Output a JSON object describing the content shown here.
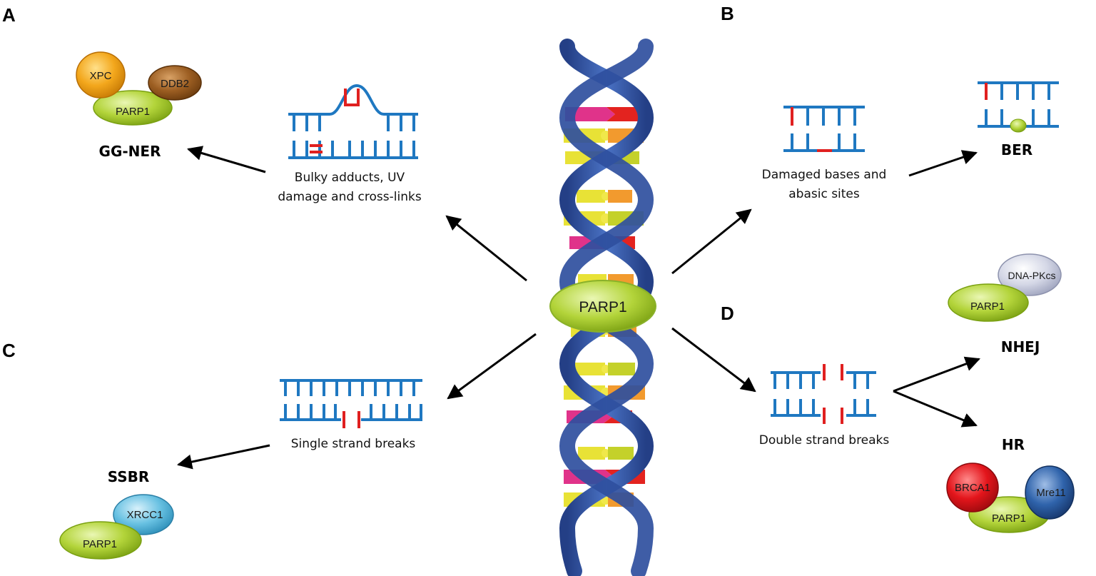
{
  "panels": {
    "a": "A",
    "b": "B",
    "c": "C",
    "d": "D"
  },
  "center_protein": "PARP1",
  "pathways": {
    "gg_ner": "GG-NER",
    "ber": "BER",
    "ssbr": "SSBR",
    "nhej": "NHEJ",
    "hr": "HR"
  },
  "damage_labels": {
    "bulky": [
      "Bulky adducts, UV",
      "damage and cross-links"
    ],
    "damaged_bases": [
      "Damaged bases and",
      "abasic sites"
    ],
    "single_strand": "Single strand breaks",
    "double_strand": "Double strand breaks"
  },
  "complexes": {
    "gg_ner": {
      "xpc": "XPC",
      "ddb2": "DDB2",
      "parp1": "PARP1"
    },
    "ssbr": {
      "xrcc1": "XRCC1",
      "parp1": "PARP1"
    },
    "nhej": {
      "dnapkcs": "DNA-PKcs",
      "parp1": "PARP1"
    },
    "hr": {
      "brca1": "BRCA1",
      "mre11": "Mre11",
      "parp1": "PARP1"
    }
  },
  "colors": {
    "dna_strand": "#1f78c1",
    "lesion": "#e02020",
    "helix_backbone": "#3356a3",
    "parp1_green": "#a6cc2a",
    "xpc_orange": "#f0a21a",
    "ddb2_brown": "#9a5b1e",
    "xrcc1_cyan": "#5bb9dc",
    "dnapkcs_lavender": "#c6c9dc",
    "brca1_red": "#e3151b",
    "mre11_blue": "#2a5ea6"
  }
}
